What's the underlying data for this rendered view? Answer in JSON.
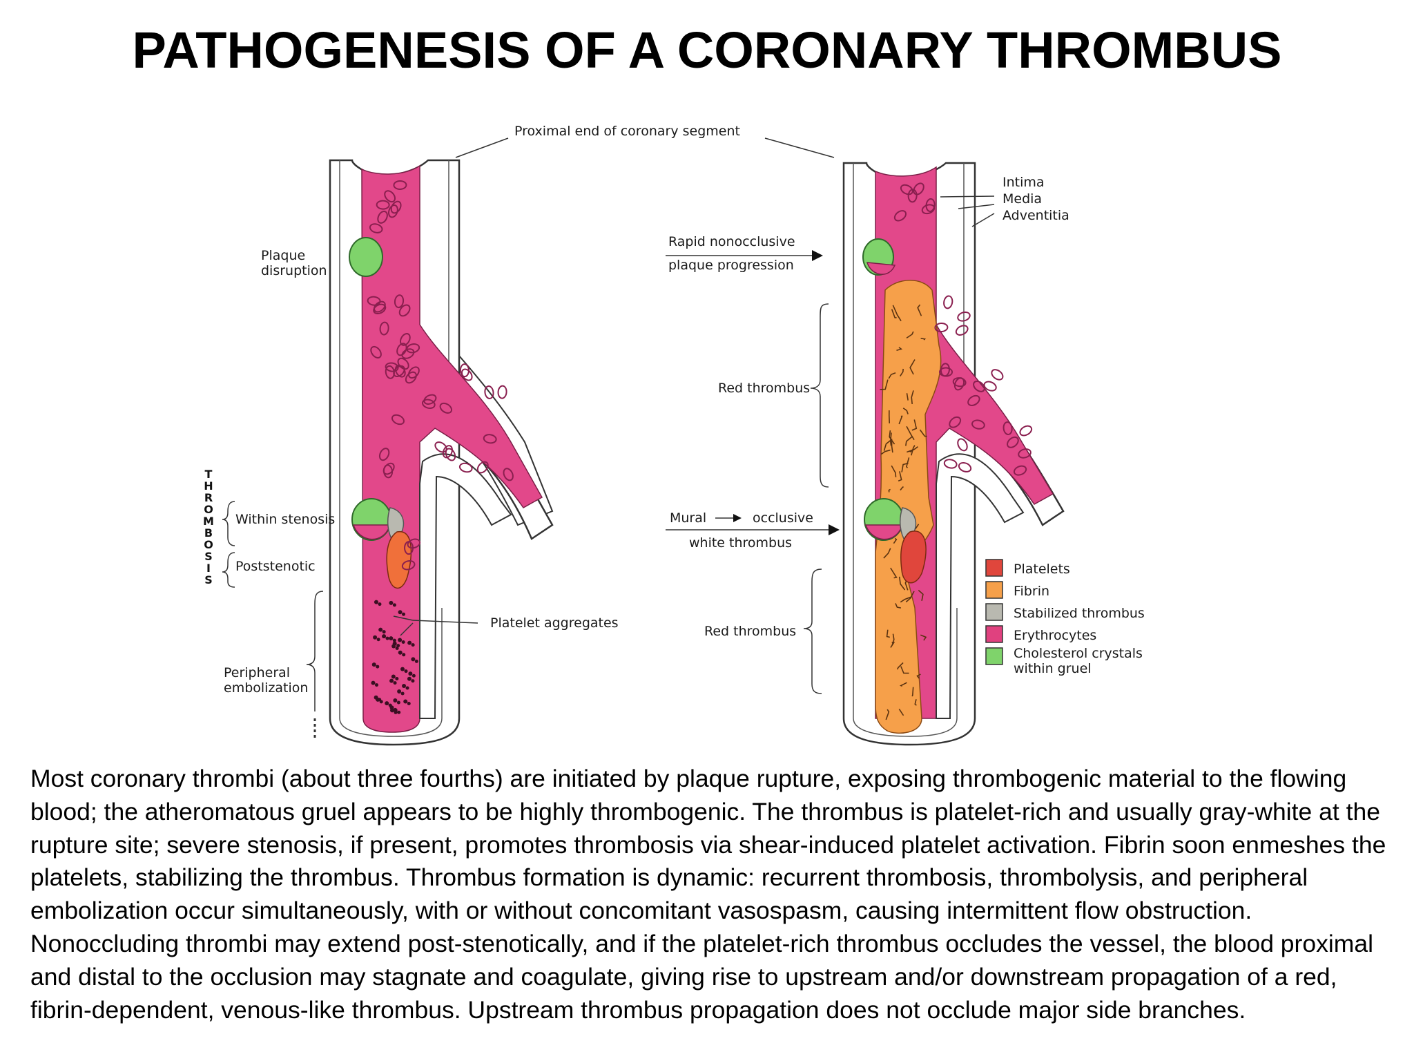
{
  "title": "PATHOGENESIS OF A CORONARY THROMBUS",
  "labels": {
    "proximal_end": "Proximal end of coronary segment",
    "plaque_disruption_1": "Plaque",
    "plaque_disruption_2": "disruption",
    "thrombosis_vertical": "THROMBOSIS",
    "within_stenosis": "Within stenosis",
    "poststenotic": "Poststenotic",
    "peripheral_1": "Peripheral",
    "peripheral_2": "embolization",
    "platelet_aggregates": "Platelet aggregates",
    "rapid_1": "Rapid nonocclusive",
    "rapid_2": "plaque progression",
    "red_thrombus_upper": "Red thrombus",
    "mural": "Mural",
    "occlusive": "occlusive",
    "white_thrombus": "white thrombus",
    "red_thrombus_lower": "Red thrombus",
    "intima": "Intima",
    "media": "Media",
    "adventitia": "Adventitia"
  },
  "legend": [
    {
      "label": "Platelets",
      "color": "#e0463c",
      "icon": "platelets-swatch-icon"
    },
    {
      "label": "Fibrin",
      "color": "#f6a04a",
      "icon": "fibrin-swatch-icon"
    },
    {
      "label": "Stabilized thrombus",
      "color": "#b9b9b0",
      "icon": "stabilized-thrombus-swatch-icon"
    },
    {
      "label": "Erythrocytes",
      "color": "#e0417f",
      "icon": "erythrocytes-swatch-icon"
    },
    {
      "label": "Cholesterol crystals",
      "label2": "within gruel",
      "color": "#7fd36b",
      "icon": "cholesterol-swatch-icon"
    }
  ],
  "colors": {
    "blood": "#e2488a",
    "fibrin": "#f6a04a",
    "platelet": "#e0463c",
    "gruel": "#7fd36b",
    "stabilized": "#b9b9b0",
    "wall": "#ffffff",
    "outline": "#333333"
  },
  "description": "Most coronary thrombi (about three fourths) are initiated by plaque rupture, exposing thrombogenic material to the flowing blood; the atheromatous gruel appears to be highly thrombogenic. The thrombus is platelet-rich and usually gray-white at the rupture site; severe stenosis, if present, promotes thrombosis via shear-induced platelet activation. Fibrin soon enmeshes the platelets, stabilizing the thrombus. Thrombus formation is dynamic: recurrent thrombosis, thrombolysis, and peripheral embolization occur simultaneously, with or without concomitant vasospasm, causing intermittent flow obstruction. Nonoccluding thrombi may extend post-stenotically, and if the platelet-rich thrombus occludes the vessel, the blood proximal and distal to the occlusion may stagnate and coagulate, giving rise to upstream and/or downstream propagation of a red, fibrin-dependent, venous-like thrombus. Upstream thrombus propagation does not occlude major side branches."
}
